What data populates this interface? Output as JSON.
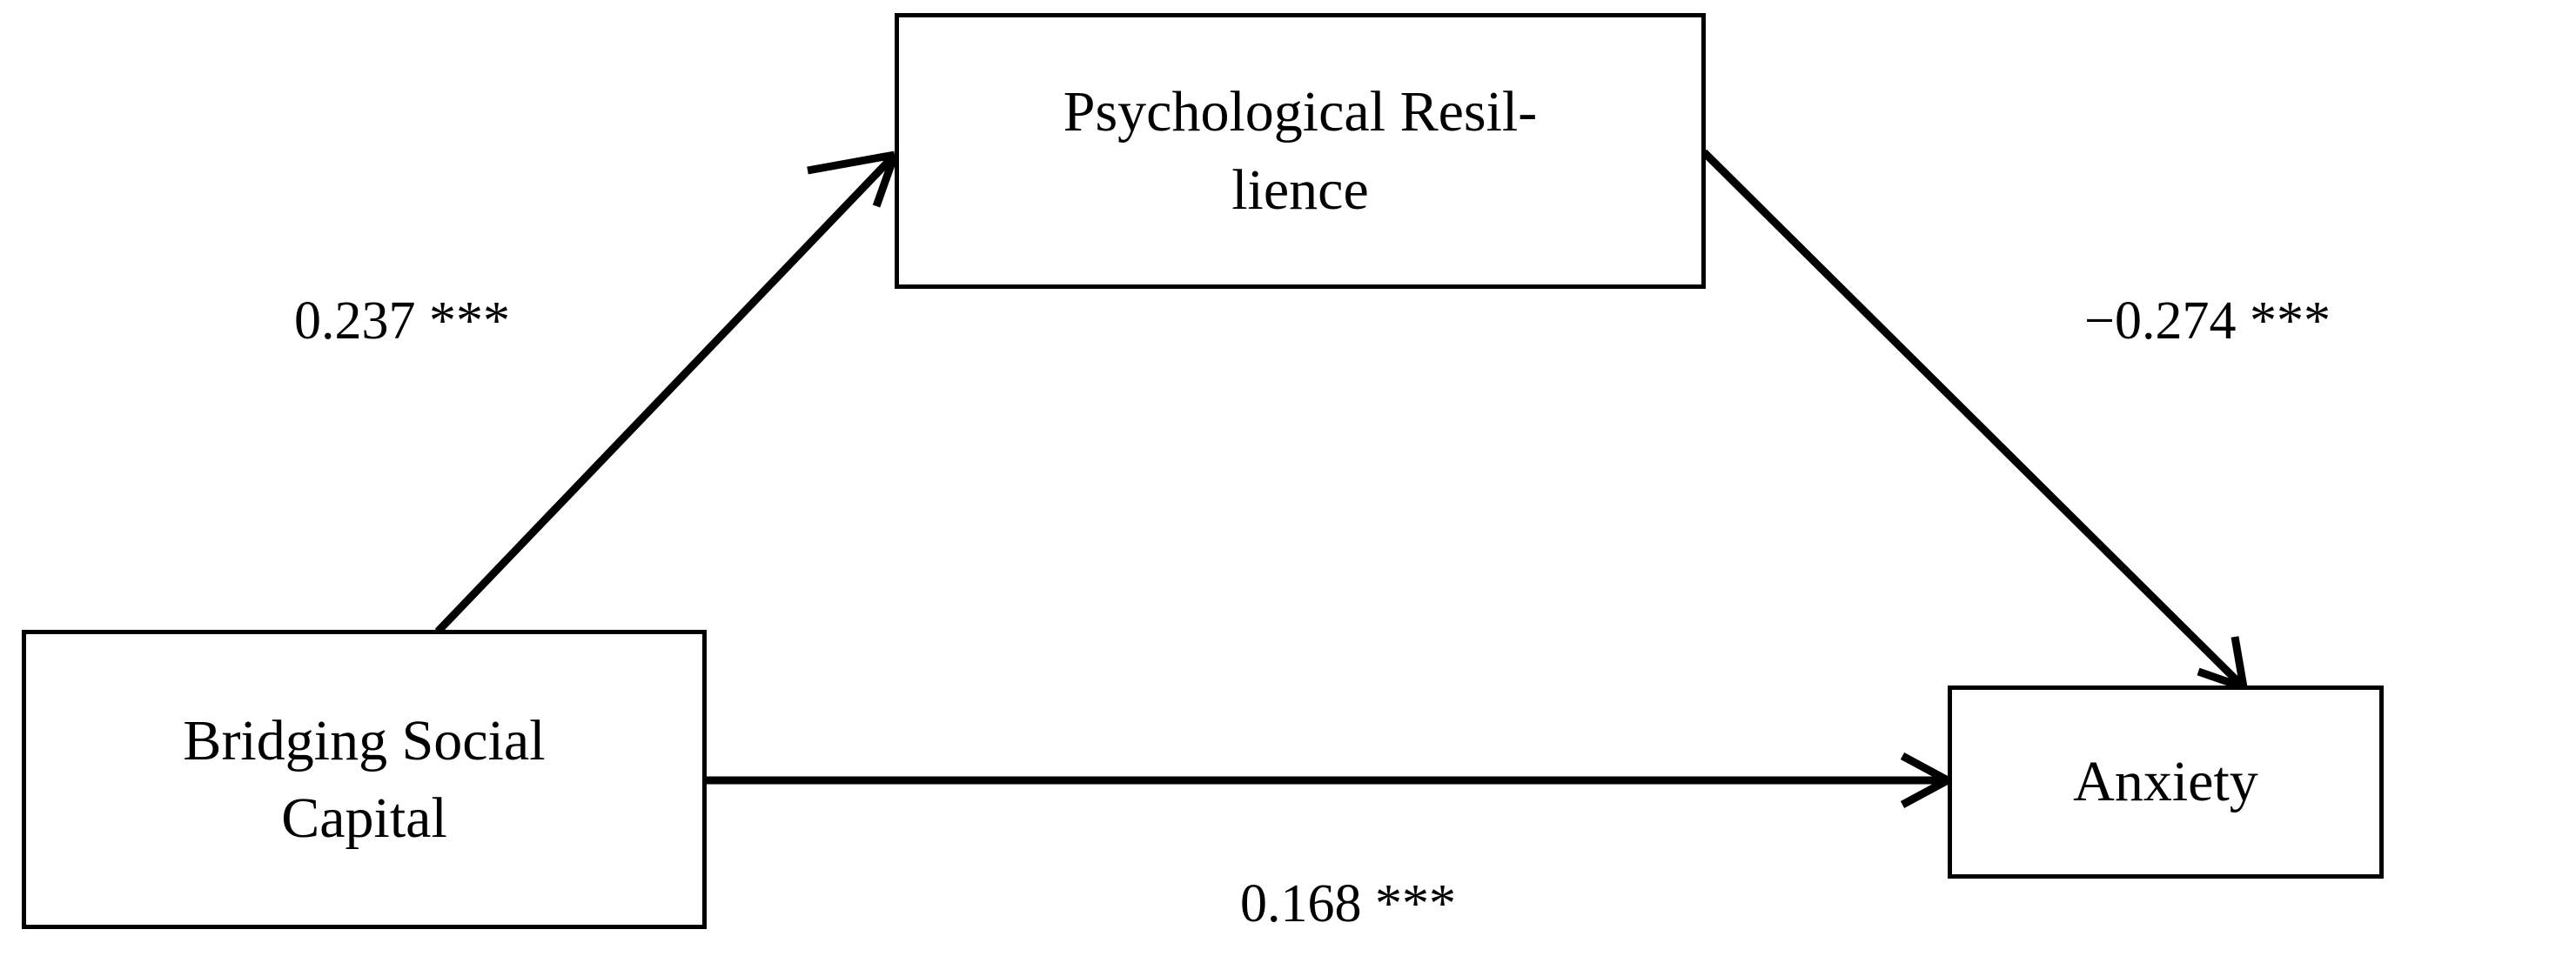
{
  "diagram": {
    "title": "Mediation model of bridging social capital, psychological resilience and anxiety",
    "type": "path-diagram",
    "background_color": "#ffffff",
    "line_color": "#000000",
    "text_color": "#000000"
  },
  "nodes": {
    "resilience": {
      "label": "Psychological Resil-\nlience",
      "role": "mediator"
    },
    "bridging": {
      "label": "Bridging Social\nCapital",
      "role": "predictor"
    },
    "anxiety": {
      "label": "Anxiety",
      "role": "outcome"
    }
  },
  "edges": [
    {
      "id": "a-path",
      "from": "bridging",
      "to": "resilience",
      "coefficient": "0.237",
      "significance": "***",
      "label": "0.237 ***"
    },
    {
      "id": "b-path",
      "from": "resilience",
      "to": "anxiety",
      "coefficient": "−0.274",
      "significance": "***",
      "label": "−0.274 ***"
    },
    {
      "id": "c-path",
      "from": "bridging",
      "to": "anxiety",
      "coefficient": "0.168",
      "significance": "***",
      "label": "0.168 ***"
    }
  ]
}
